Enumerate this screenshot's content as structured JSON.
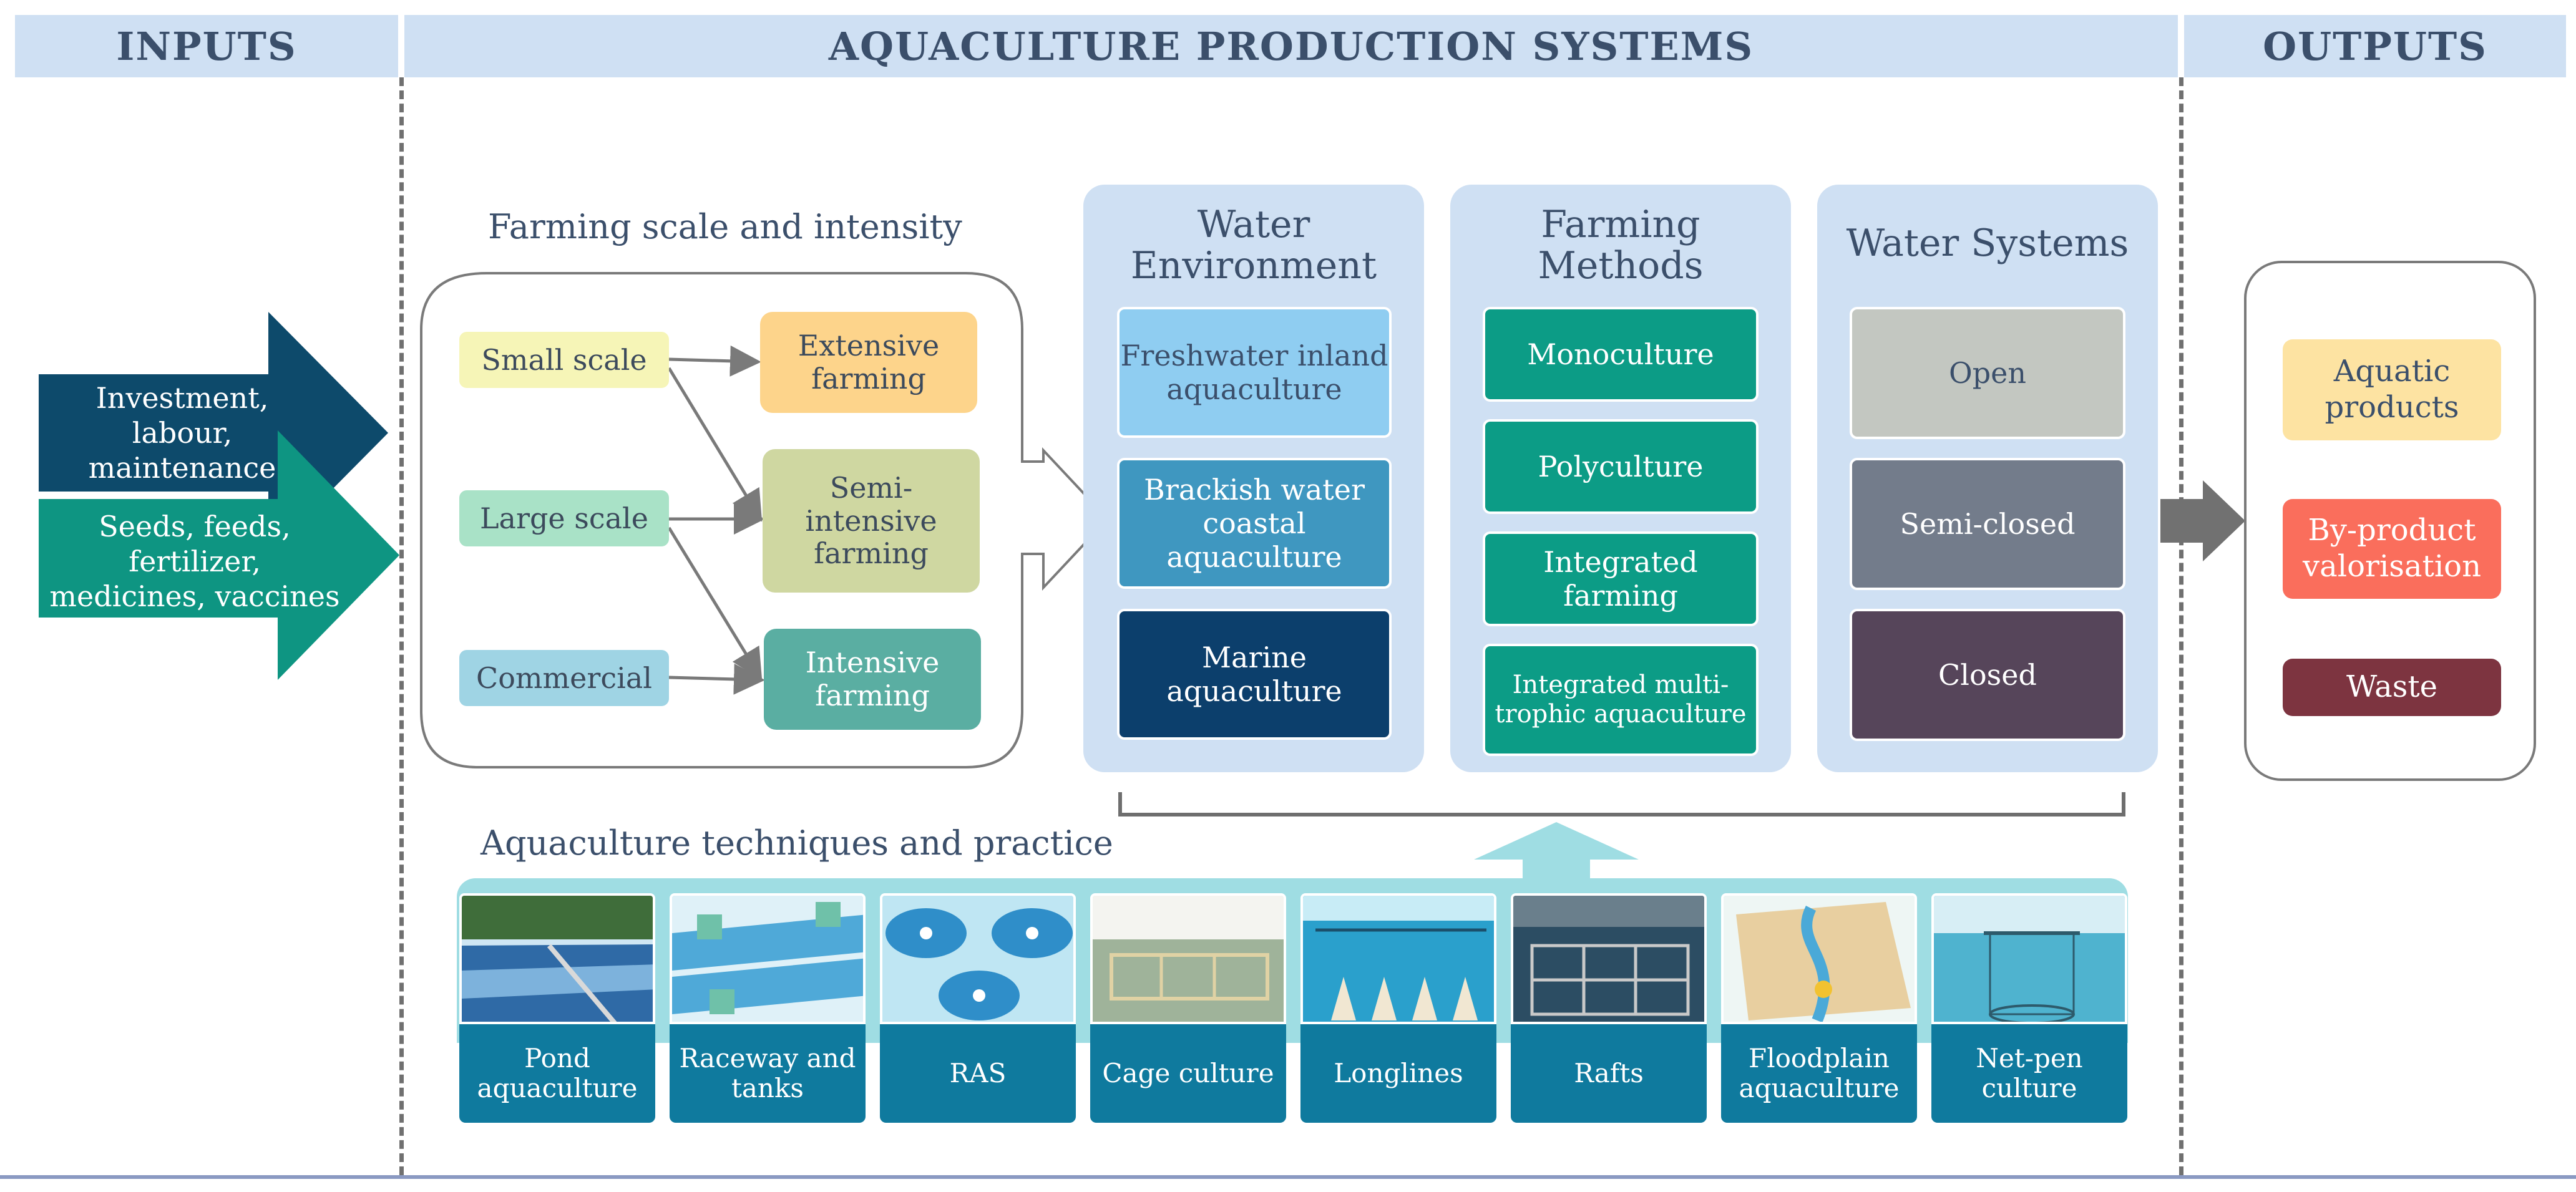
{
  "header": {
    "inputs": "INPUTS",
    "systems": "AQUACULTURE PRODUCTION SYSTEMS",
    "outputs": "OUTPUTS"
  },
  "inputs": {
    "arrow_top": "Investment,\nlabour,\nmaintenance",
    "arrow_bottom": "Seeds, feeds,\nfertilizer,\nmedicines, vaccines"
  },
  "farming_scale": {
    "title": "Farming scale and intensity",
    "scales": [
      "Small scale",
      "Large scale",
      "Commercial"
    ],
    "intensities": [
      "Extensive\nfarming",
      "Semi-\nintensive\nfarming",
      "Intensive\nfarming"
    ]
  },
  "water_environment": {
    "title": "Water\nEnvironment",
    "items": [
      "Freshwater inland\naquaculture",
      "Brackish water\ncoastal\naquaculture",
      "Marine\naquaculture"
    ]
  },
  "farming_methods": {
    "title": "Farming\nMethods",
    "items": [
      "Monoculture",
      "Polyculture",
      "Integrated\nfarming",
      "Integrated multi-\ntrophic aquaculture"
    ]
  },
  "water_systems": {
    "title": "Water Systems",
    "items": [
      "Open",
      "Semi-closed",
      "Closed"
    ]
  },
  "techniques": {
    "title": "Aquaculture techniques and practice",
    "items": [
      "Pond\naquaculture",
      "Raceway and\ntanks",
      "RAS",
      "Cage culture",
      "Longlines",
      "Rafts",
      "Floodplain\naquaculture",
      "Net-pen\nculture"
    ]
  },
  "outputs": {
    "items": [
      "Aquatic\nproducts",
      "By-product\nvalorisation",
      "Waste"
    ]
  },
  "colors": {
    "header_band": "#cfe0f3",
    "arrow_dark": "#0d4a6b",
    "arrow_teal": "#0e9582",
    "small_scale": "#f6f5b7",
    "large_scale": "#a9e2c7",
    "commercial": "#9fd4e4",
    "extensive": "#fdd48b",
    "semi_intensive": "#cfd7a1",
    "intensive": "#5aaea2",
    "freshwater": "#8fcdf1",
    "brackish": "#3f97c0",
    "marine": "#0c3f6c",
    "method": "#0c9c86",
    "open": "#c3c7c1",
    "semi_closed": "#737c8b",
    "closed": "#56455a",
    "aquatic_products": "#fde3a2",
    "by_product": "#fa6e5c",
    "waste": "#7d3440"
  }
}
